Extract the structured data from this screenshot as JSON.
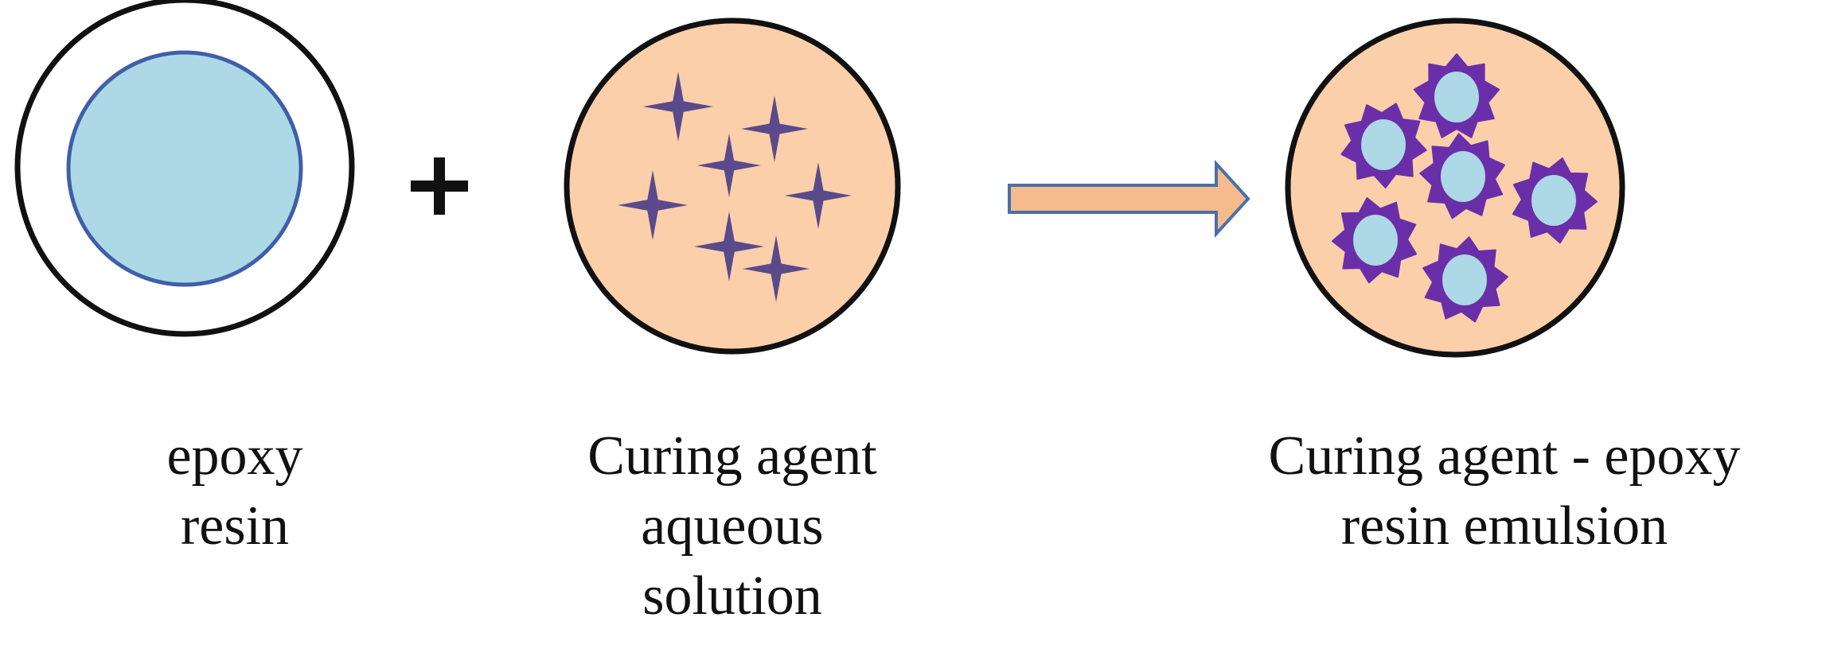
{
  "colors": {
    "outline": "#111111",
    "resin_fill": "#add8e6",
    "resin_stroke": "#3f5fa8",
    "solution_fill": "#fbcfa9",
    "star_fill": "#5a4a8c",
    "emulsion_shell": "#6a2fa8",
    "arrow_fill": "#f6bb8c",
    "arrow_stroke": "#4a6fa8"
  },
  "icons": {
    "plus": "plus-icon",
    "arrow": "arrow-right-icon"
  },
  "captions": {
    "resin": [
      "epoxy",
      "resin"
    ],
    "solution": [
      "Curing agent",
      "aqueous",
      "solution"
    ],
    "emulsion": [
      "Curing agent - epoxy",
      "resin emulsion"
    ]
  }
}
